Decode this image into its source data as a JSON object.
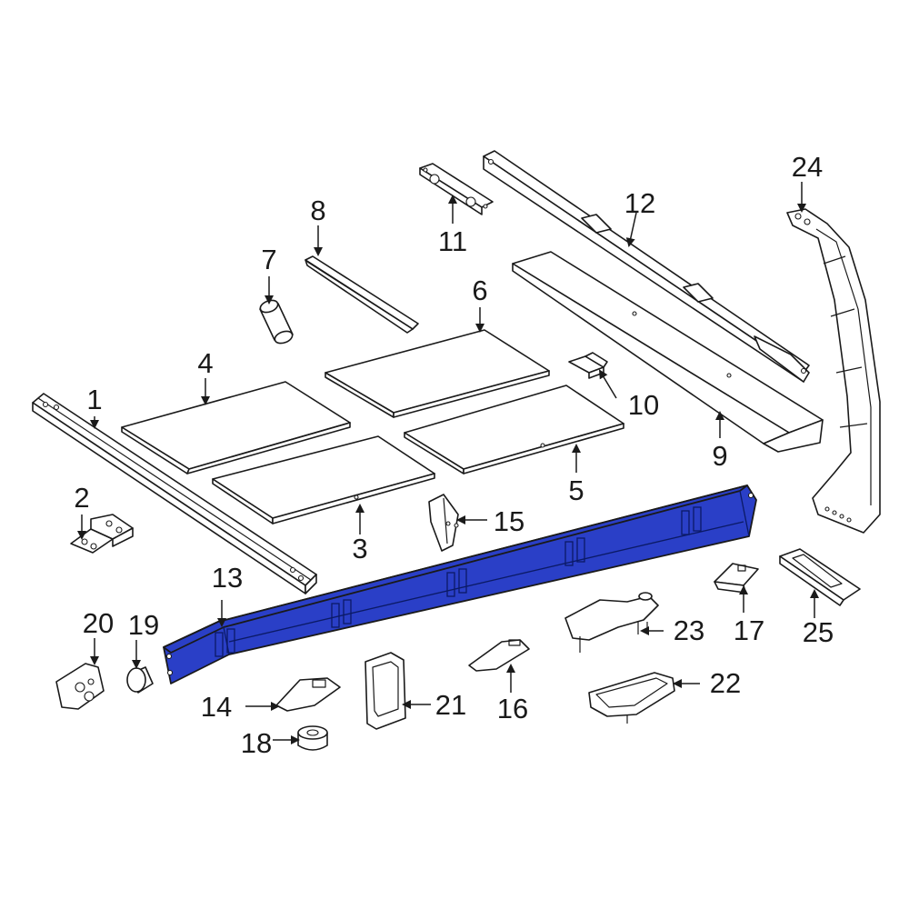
{
  "diagram": {
    "highlight_color": "#2a3fc7",
    "highlighted_part": "13",
    "callouts": [
      {
        "id": "c1",
        "label": "1"
      },
      {
        "id": "c2",
        "label": "2"
      },
      {
        "id": "c3",
        "label": "3"
      },
      {
        "id": "c4",
        "label": "4"
      },
      {
        "id": "c5",
        "label": "5"
      },
      {
        "id": "c6",
        "label": "6"
      },
      {
        "id": "c7",
        "label": "7"
      },
      {
        "id": "c8",
        "label": "8"
      },
      {
        "id": "c9",
        "label": "9"
      },
      {
        "id": "c10",
        "label": "10"
      },
      {
        "id": "c11",
        "label": "11"
      },
      {
        "id": "c12",
        "label": "12"
      },
      {
        "id": "c13",
        "label": "13"
      },
      {
        "id": "c14",
        "label": "14"
      },
      {
        "id": "c15",
        "label": "15"
      },
      {
        "id": "c16",
        "label": "16"
      },
      {
        "id": "c17",
        "label": "17"
      },
      {
        "id": "c18",
        "label": "18"
      },
      {
        "id": "c19",
        "label": "19"
      },
      {
        "id": "c20",
        "label": "20"
      },
      {
        "id": "c21",
        "label": "21"
      },
      {
        "id": "c22",
        "label": "22"
      },
      {
        "id": "c23",
        "label": "23"
      },
      {
        "id": "c24",
        "label": "24"
      },
      {
        "id": "c25",
        "label": "25"
      }
    ]
  }
}
